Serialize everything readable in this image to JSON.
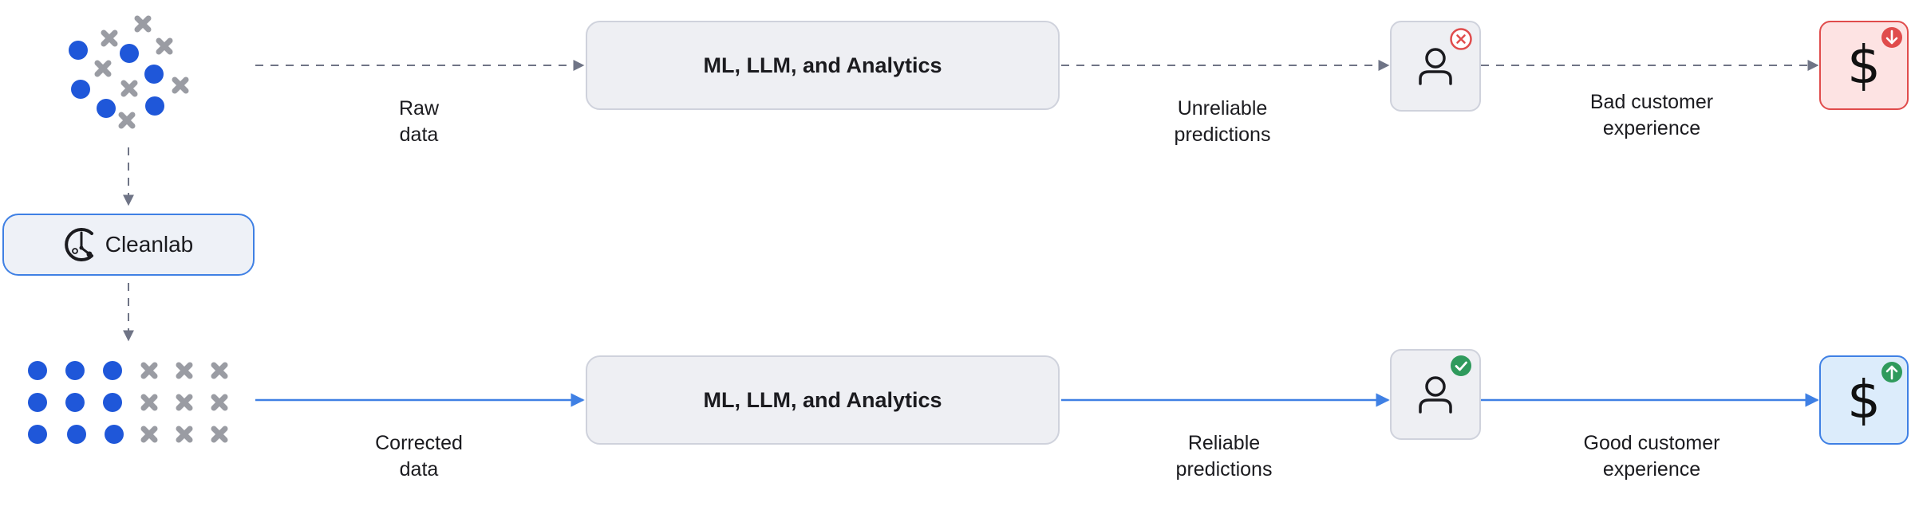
{
  "top_row": {
    "box_label": "ML, LLM, and Analytics",
    "input_label": [
      "Raw",
      "data"
    ],
    "predictions_label": [
      "Unreliable",
      "predictions"
    ],
    "outcome_label": [
      "Bad customer",
      "experience"
    ]
  },
  "bottom_row": {
    "box_label": "ML, LLM, and Analytics",
    "input_label": [
      "Corrected",
      "data"
    ],
    "predictions_label": [
      "Reliable",
      "predictions"
    ],
    "outcome_label": [
      "Good customer",
      "experience"
    ]
  },
  "cleanlab": {
    "label": "Cleanlab"
  },
  "dollar_symbol": "$",
  "colors": {
    "dot_blue": "#1f57d9",
    "cross_gray": "#9a9ca3",
    "arrow_gray": "#6f7486",
    "arrow_blue": "#3f80e4",
    "bad_red": "#e04c4c",
    "good_green": "#2f9a5c"
  },
  "icons": {
    "raw_data": "scattered-dots-and-crosses-icon",
    "corrected_data": "grid-dots-and-crosses-icon",
    "user_bad": "user-with-error-badge-icon",
    "user_good": "user-with-check-badge-icon",
    "dollar_bad": "dollar-with-down-arrow-icon",
    "dollar_good": "dollar-with-up-arrow-icon",
    "cleanlab_logo": "cleanlab-logo-icon"
  }
}
